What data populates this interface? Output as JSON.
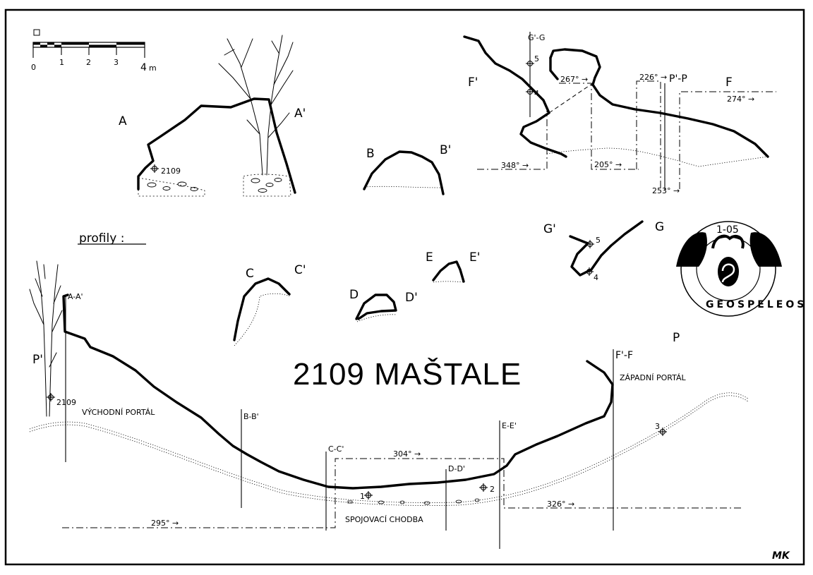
{
  "scale_bar": {
    "ticks": [
      "0",
      "1",
      "2",
      "3",
      "4"
    ],
    "unit": "m"
  },
  "sections": {
    "a": {
      "left": "A",
      "right": "A'"
    },
    "b": {
      "left": "B",
      "right": "B'"
    },
    "c": {
      "left": "C",
      "right": "C'"
    },
    "d": {
      "left": "D",
      "right": "D'"
    },
    "e": {
      "left": "E",
      "right": "E'"
    },
    "g": {
      "left": "G'",
      "right": "G"
    },
    "f": {
      "left": "F'",
      "right": "F"
    },
    "p": {
      "left": "P'",
      "right": "P"
    }
  },
  "heading": "profily :",
  "title": "2109 MAŠTALE",
  "point_labels": {
    "station_2109_a": "2109",
    "station_2109_p": "2109",
    "p1": "1",
    "p2": "2",
    "p3": "3",
    "p4_g": "4",
    "p5_g": "5",
    "p4_f": "4",
    "p5_f": "5"
  },
  "section_lines": {
    "aa": "A-A'",
    "bb": "B-B'",
    "cc": "C-C'",
    "dd": "D-D'",
    "ee": "E-E'",
    "ff": "F'-F",
    "gg": "G'-G",
    "pp": "P'-P"
  },
  "azimuths": {
    "az295": "295° →",
    "az304": "304° →",
    "az326": "326° →",
    "az348": "348° →",
    "az267": "267° →",
    "az226": "226° →",
    "az274": "274° →",
    "az205": "205° →",
    "az253": "253° →"
  },
  "place_labels": {
    "east_portal": "VÝCHODNÍ PORTÁL",
    "west_portal": "ZÁPADNÍ PORTÁL",
    "passage": "SPOJOVACÍ CHODBA"
  },
  "logo": {
    "code": "1-05",
    "name": "GEOSPELEOS"
  },
  "signature": "MK"
}
